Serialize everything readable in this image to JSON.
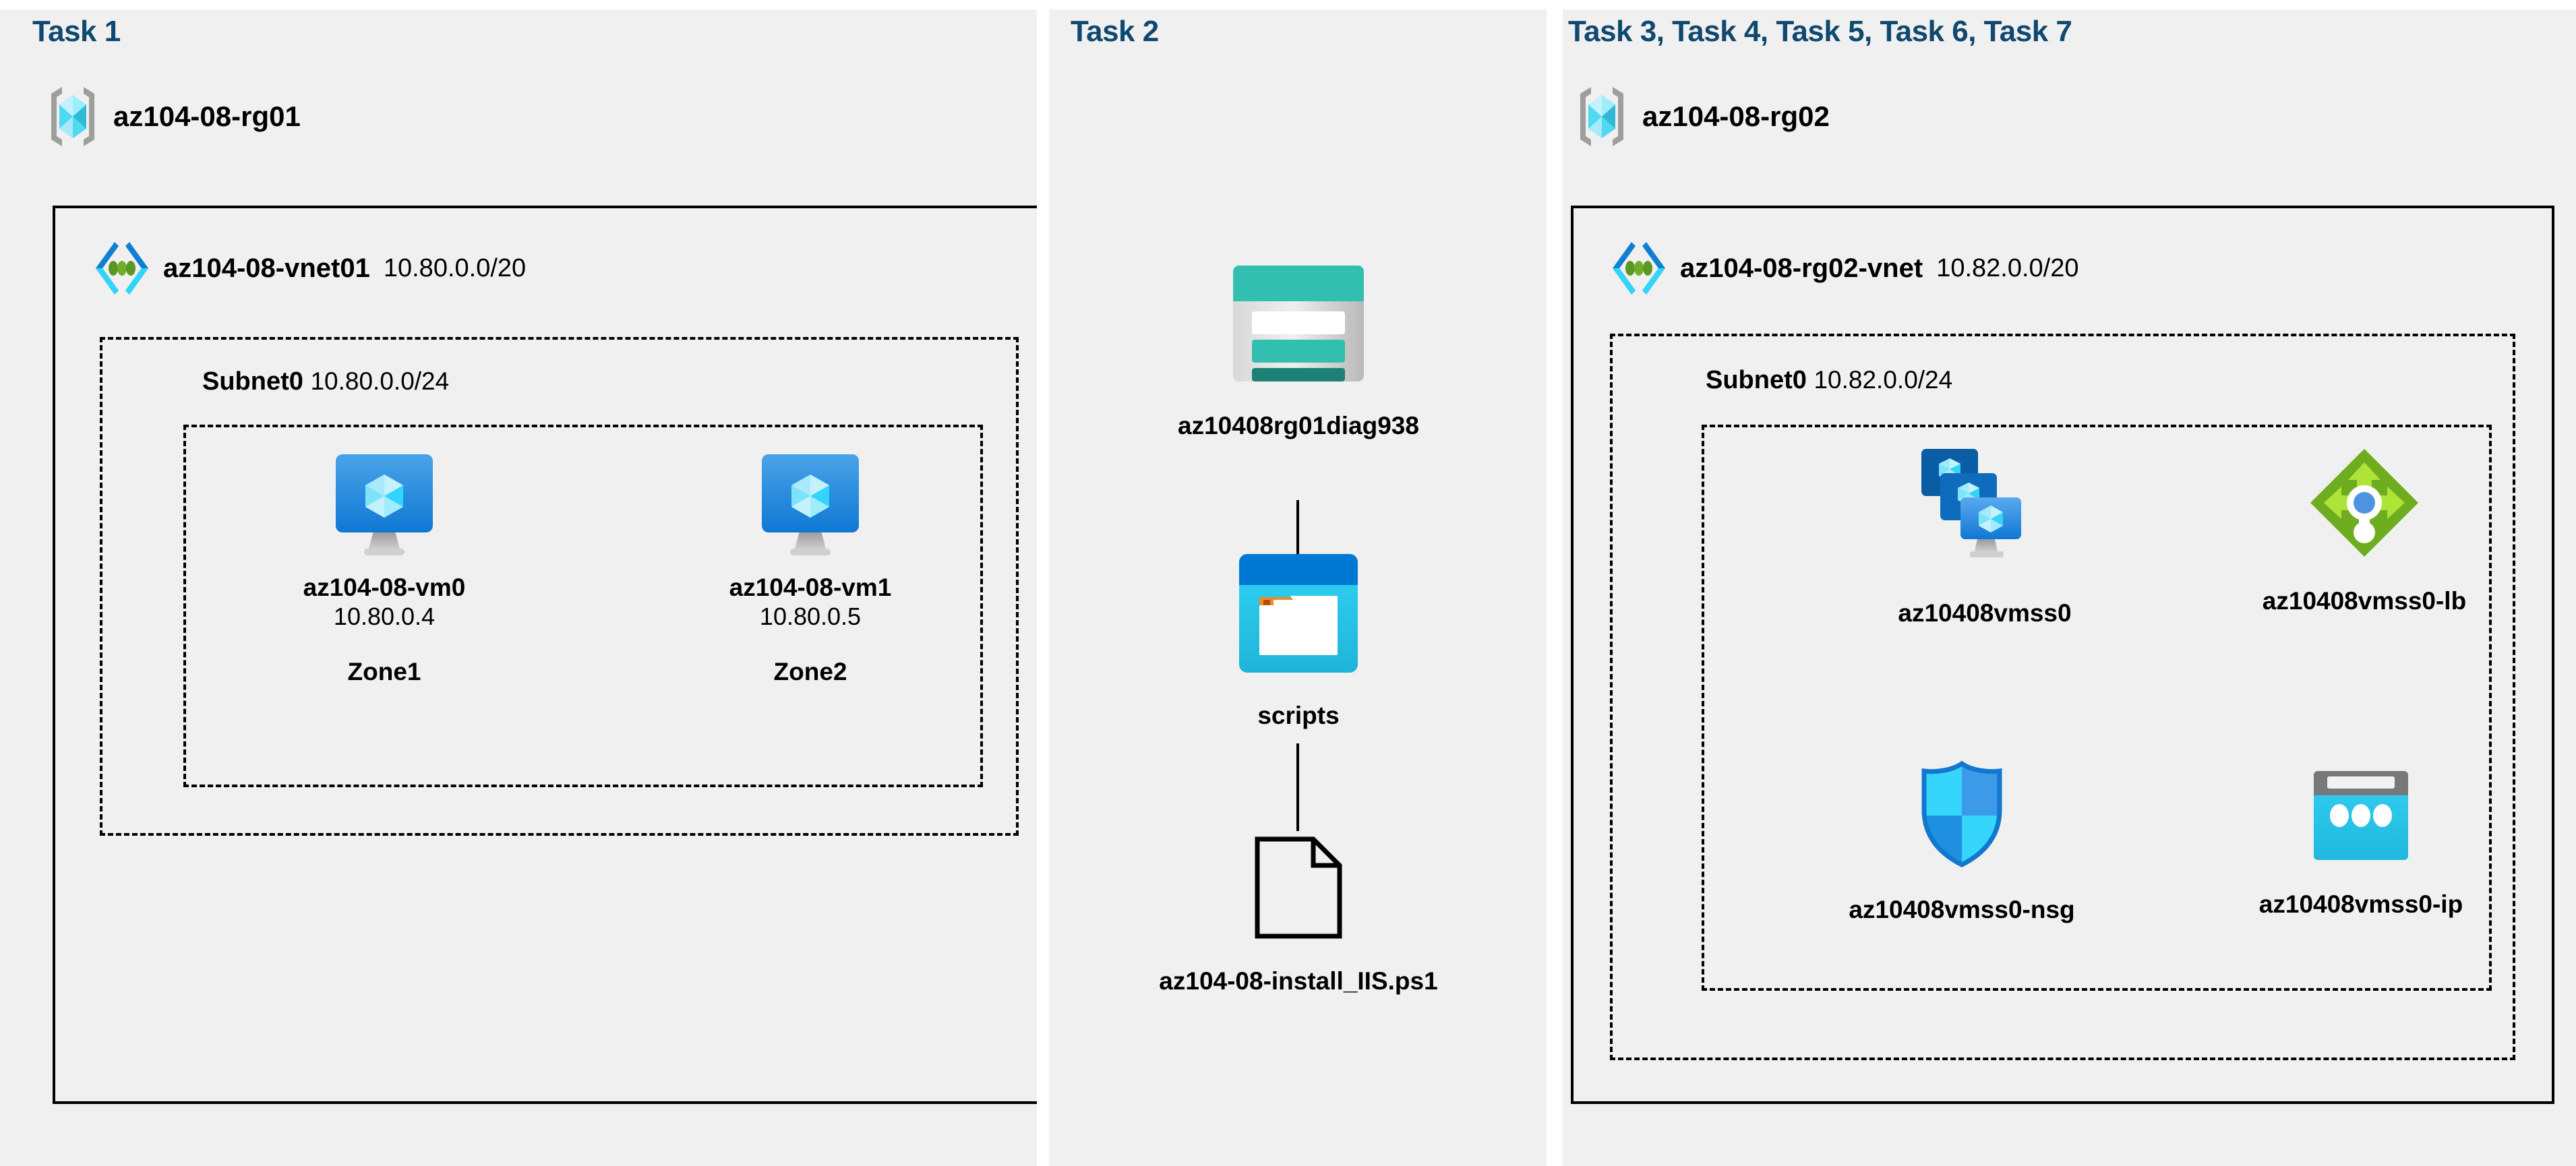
{
  "headings": {
    "task1": "Task 1",
    "task2": "Task 2",
    "task3": "Task 3, Task 4, Task 5, Task 6, Task 7"
  },
  "resource_groups": [
    {
      "name": "az104-08-rg01",
      "icon": "resource-group-icon"
    },
    {
      "name": "az104-08-rg02",
      "icon": "resource-group-icon"
    }
  ],
  "vnets": [
    {
      "name": "az104-08-vnet01",
      "cidr": "10.80.0.0/20",
      "icon": "virtual-network-icon"
    },
    {
      "name": "az104-08-rg02-vnet",
      "cidr": "10.82.0.0/20",
      "icon": "virtual-network-icon"
    }
  ],
  "subnets": [
    {
      "name": "Subnet0",
      "cidr": "10.80.0.0/24"
    },
    {
      "name": "Subnet0",
      "cidr": "10.82.0.0/24"
    }
  ],
  "task1_resources": [
    {
      "name": "az104-08-vm0",
      "ip": "10.80.0.4",
      "zone": "Zone1",
      "icon": "virtual-machine-icon"
    },
    {
      "name": "az104-08-vm1",
      "ip": "10.80.0.5",
      "zone": "Zone2",
      "icon": "virtual-machine-icon"
    }
  ],
  "task2_resources": [
    {
      "name": "az10408rg01diag938",
      "icon": "storage-account-icon"
    },
    {
      "name": "scripts",
      "icon": "blob-container-icon"
    },
    {
      "name": "az104-08-install_IIS.ps1",
      "icon": "script-file-icon"
    }
  ],
  "task3_resources": [
    {
      "name": "az10408vmss0",
      "icon": "vm-scale-set-icon"
    },
    {
      "name": "az10408vmss0-lb",
      "icon": "load-balancer-icon"
    },
    {
      "name": "az10408vmss0-nsg",
      "icon": "network-security-group-icon"
    },
    {
      "name": "az10408vmss0-ip",
      "icon": "public-ip-address-icon"
    }
  ],
  "colors": {
    "heading": "#11486f",
    "panel_background": "#f0f0f0",
    "border": "#000000",
    "azure_blue": "#0078d4",
    "azure_cyan": "#50e6ff",
    "storage_teal": "#32bfb0",
    "load_balancer_green": "#6ead1f",
    "nsg_blue": "#0b8ee8"
  }
}
